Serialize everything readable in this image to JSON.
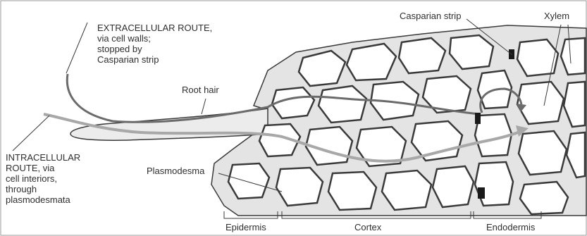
{
  "labels": {
    "extracellular": [
      "EXTRACELLULAR ROUTE,",
      "via cell walls;",
      "stopped by",
      "Casparian strip"
    ],
    "intracellular": [
      "INTRACELLULAR",
      "ROUTE, via",
      "cell interiors,",
      "through",
      "plasmodesmata"
    ],
    "root_hair": "Root hair",
    "plasmodesma": "Plasmodesma",
    "casparian_strip": "Casparian strip",
    "xylem": "Xylem",
    "epidermis": "Epidermis",
    "cortex": "Cortex",
    "endodermis": "Endodermis"
  },
  "colors": {
    "background": "#ffffff",
    "tissue_fill": "#e4e4e4",
    "cell_interior": "#ffffff",
    "cell_wall": "#3a3a3a",
    "extracellular_route": "#6b6b6b",
    "intracellular_route": "#a8a8a8",
    "casparian_strip": "#1a1a1a",
    "label_text": "#2e2e2e"
  }
}
